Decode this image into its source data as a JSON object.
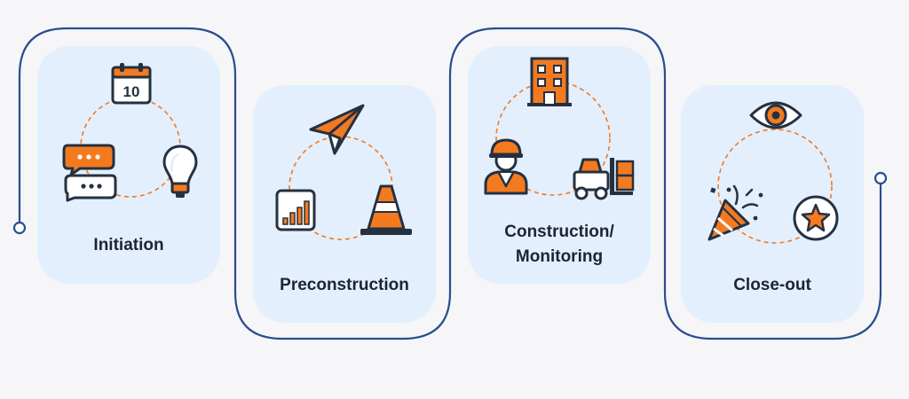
{
  "stages": [
    {
      "label_lines": [
        "Initiation"
      ],
      "icons": [
        "calendar-icon",
        "lightbulb-icon",
        "chat-bubbles-icon"
      ],
      "calendar_day": "10"
    },
    {
      "label_lines": [
        "Preconstruction"
      ],
      "icons": [
        "paper-plane-icon",
        "traffic-cone-icon",
        "growth-chart-icon"
      ]
    },
    {
      "label_lines": [
        "Construction/",
        "Monitoring"
      ],
      "icons": [
        "office-building-icon",
        "forklift-icon",
        "construction-worker-icon"
      ]
    },
    {
      "label_lines": [
        "Close-out"
      ],
      "icons": [
        "eye-icon",
        "star-badge-icon",
        "party-popper-icon"
      ]
    }
  ],
  "colors": {
    "accent": "#f47a20",
    "outline": "#253041",
    "card": "#e3effc",
    "connector": "#2a4d8f",
    "background": "#f6f6f8"
  }
}
